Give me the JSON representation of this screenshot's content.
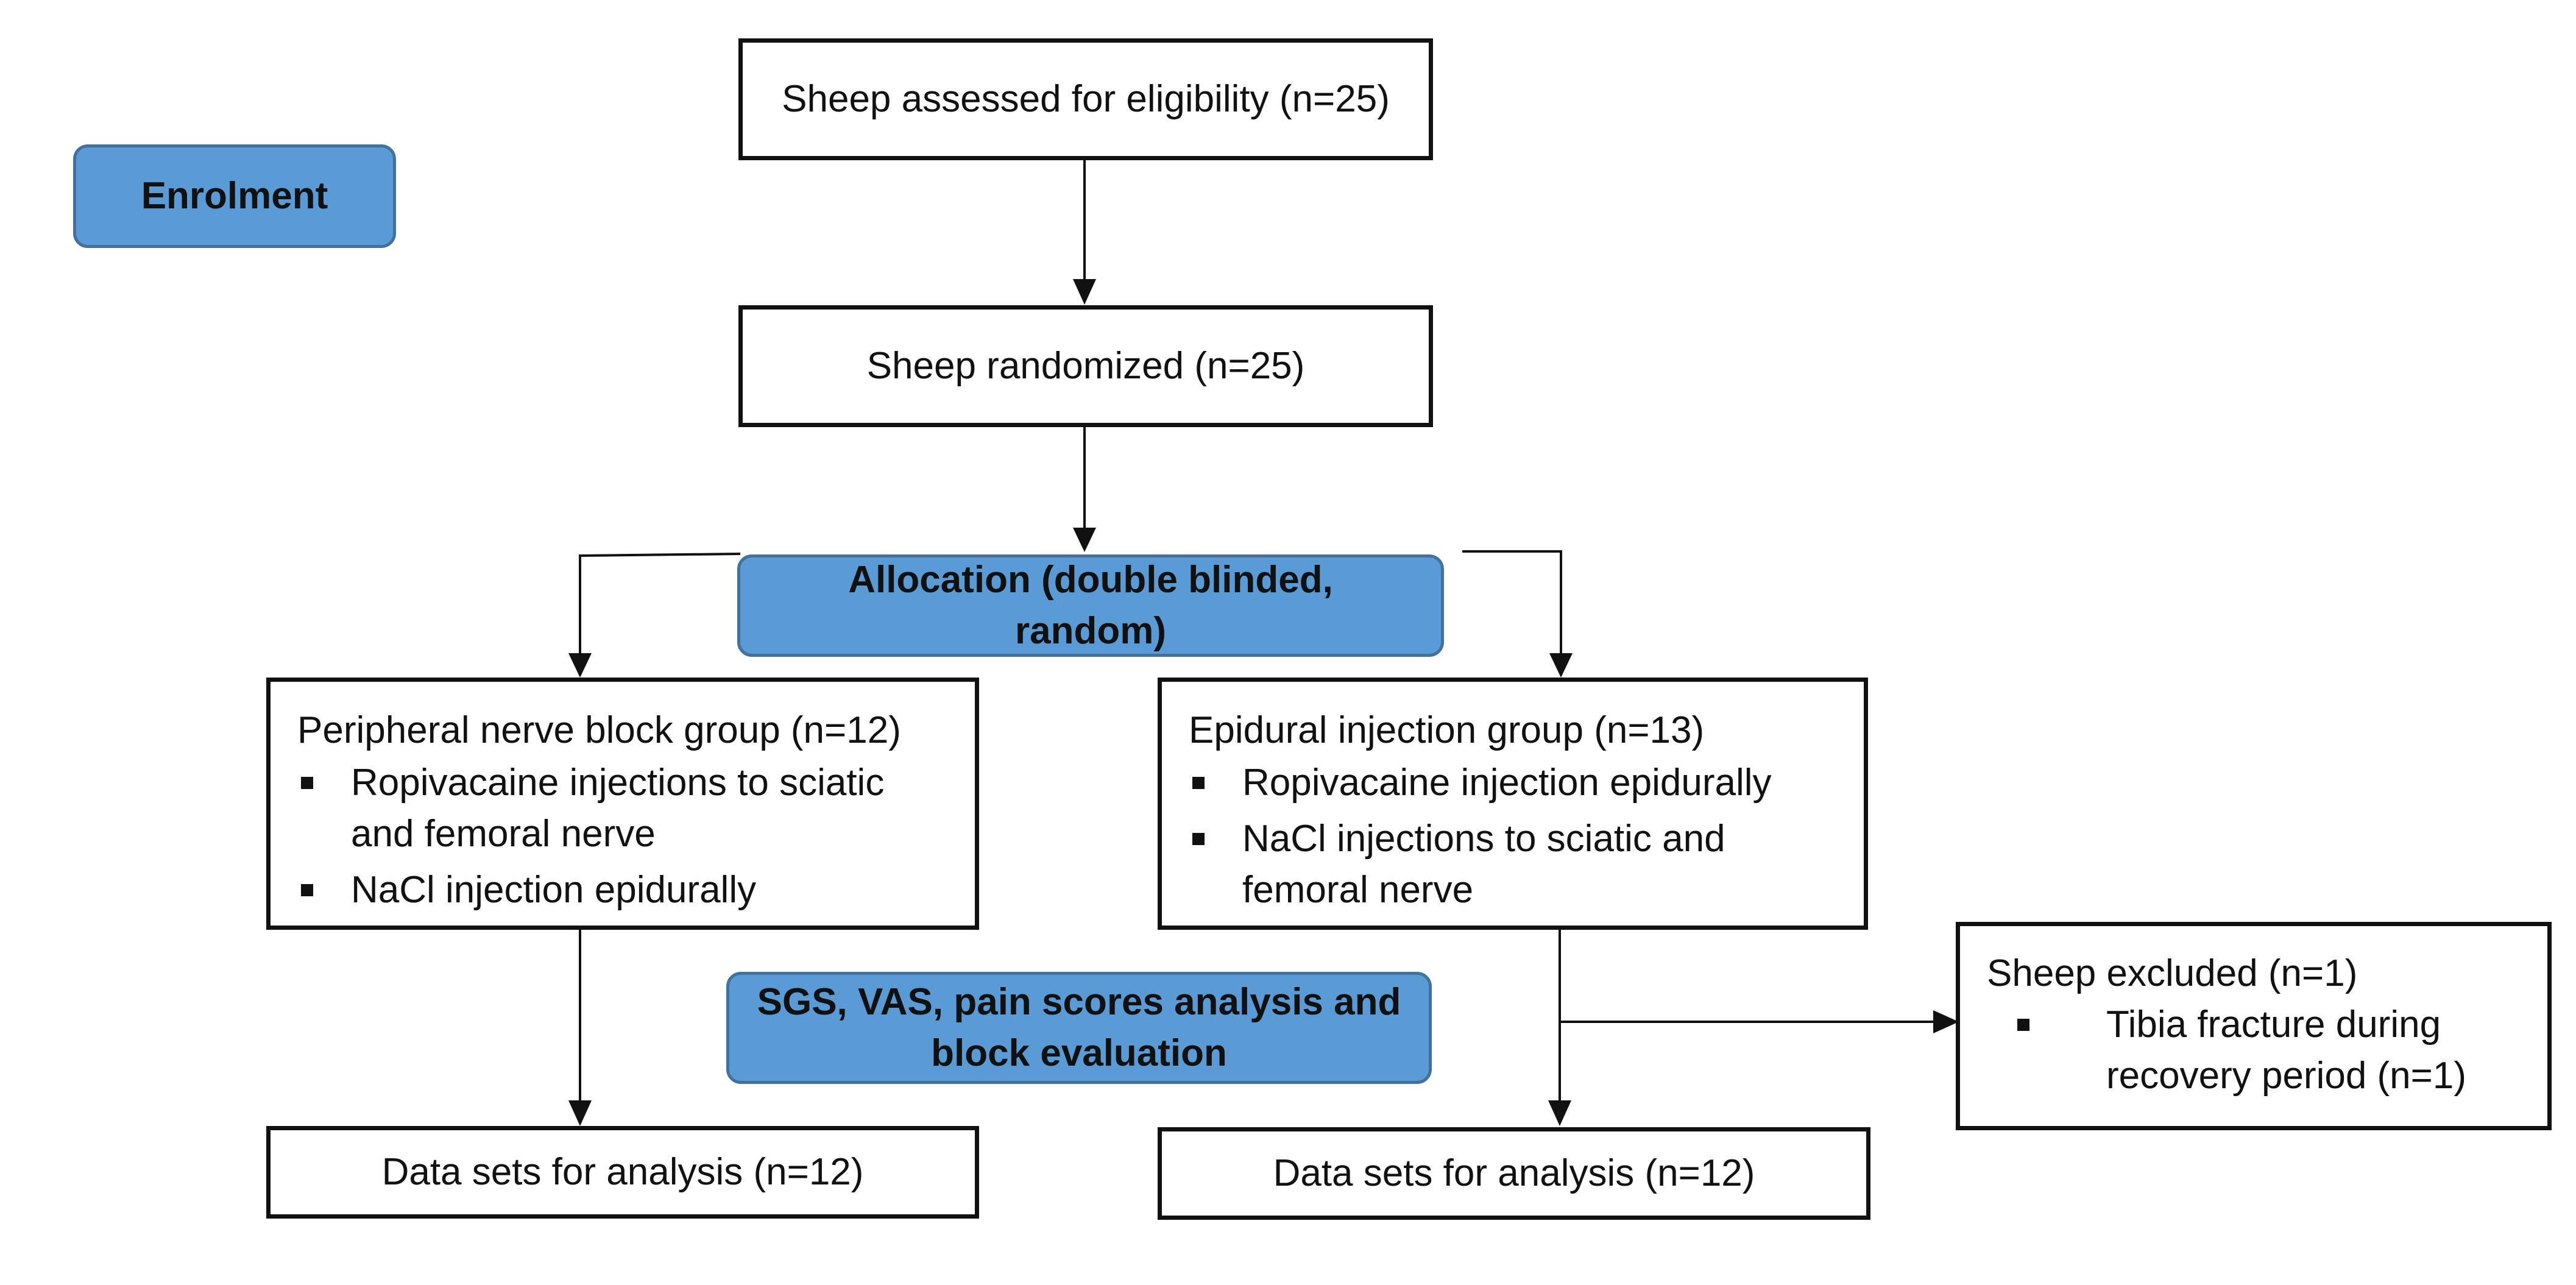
{
  "stages": {
    "enrolment": "Enrolment",
    "allocation": "Allocation (double blinded, random)",
    "analysis": "SGS, VAS, pain scores analysis and block evaluation"
  },
  "assessed": "Sheep assessed for eligibility (n=25)",
  "randomized": "Sheep randomized (n=25)",
  "groups": [
    {
      "title": "Peripheral nerve block group (n=12)",
      "items": [
        "Ropivacaine injections to sciatic and femoral nerve",
        "NaCl injection epidurally"
      ]
    },
    {
      "title": "Epidural injection group (n=13)",
      "items": [
        "Ropivacaine injection epidurally",
        "NaCl injections to sciatic and femoral nerve"
      ]
    }
  ],
  "excluded": {
    "title": "Sheep excluded (n=1)",
    "item": "Tibia fracture during recovery period (n=1)"
  },
  "datasets": [
    "Data sets for analysis (n=12)",
    "Data sets for analysis (n=12)"
  ],
  "colors": {
    "stage_fill": "#5b9bd5",
    "stage_border": "#41719c",
    "line": "#111111"
  }
}
